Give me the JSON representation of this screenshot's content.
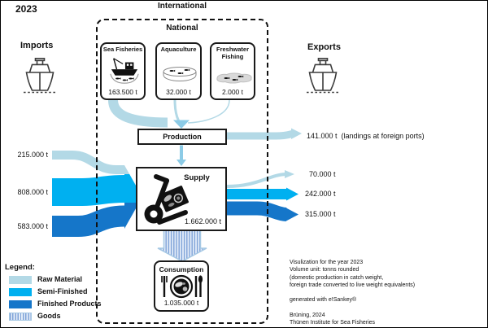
{
  "title_year": "2023",
  "regions": {
    "international": "International",
    "national": "National"
  },
  "imports": {
    "label": "Imports"
  },
  "exports": {
    "label": "Exports"
  },
  "sources": [
    {
      "title": "Sea Fisheries",
      "value": "163.500 t",
      "icon": "fishing-trawler-icon"
    },
    {
      "title": "Aquaculture",
      "value": "32.000 t",
      "icon": "aquaculture-basin-icon"
    },
    {
      "title": "Freshwater Fishing",
      "value": "2.000 t",
      "icon": "freshwater-pond-icon"
    }
  ],
  "nodes": {
    "production": {
      "label": "Production"
    },
    "supply": {
      "label": "Supply",
      "value": "1.662.000 t",
      "icon": "hand-truck-icon"
    },
    "consumption": {
      "label": "Consumption",
      "value": "1.035.000 t",
      "icon": "plate-cutlery-icon"
    }
  },
  "flows": {
    "imports": [
      {
        "label": "215.000 t",
        "type": "Raw Material"
      },
      {
        "label": "808.000 t",
        "type": "Semi-Finished"
      },
      {
        "label": "583.000 t",
        "type": "Finished Products"
      }
    ],
    "exports": [
      {
        "label": "141.000 t  (landings at foreign ports)",
        "type": "Raw Material"
      },
      {
        "label": "70.000 t",
        "type": "Raw Material"
      },
      {
        "label": "242.000 t",
        "type": "Semi-Finished"
      },
      {
        "label": "315.000 t",
        "type": "Finished Products"
      }
    ],
    "supply_to_consumption": {
      "type": "Goods"
    }
  },
  "legend": {
    "title": "Legend:",
    "items": [
      {
        "label": "Raw Material",
        "color": "#b3d9e6"
      },
      {
        "label": "Semi-Finished",
        "color": "#00b0f0"
      },
      {
        "label": "Finished Products",
        "color": "#1576c9"
      },
      {
        "label": "Goods",
        "pattern": "vertical-stripes",
        "stripe_color": "#7fa3d8"
      }
    ]
  },
  "footer": {
    "lines": [
      "Visulization for the year 2023",
      "Volume unit: tonns rounded",
      "(domestic production in catch weight,",
      "foreign trade converted to live weight equivalents)",
      "",
      "generated with e!Sankey®",
      "",
      "Brüning, 2024",
      "Thünen Institute for Sea Fisheries"
    ]
  },
  "colors": {
    "raw_material": "#b3d9e6",
    "semi_finished": "#00b0f0",
    "finished_products": "#1576c9",
    "connector_blue": "#8ccbe6",
    "goods_stripe": "#7fa3d8",
    "goods_background": "#e4edf8",
    "goods_outline": "#a5c8e4",
    "box_border": "#1a1a1a"
  }
}
